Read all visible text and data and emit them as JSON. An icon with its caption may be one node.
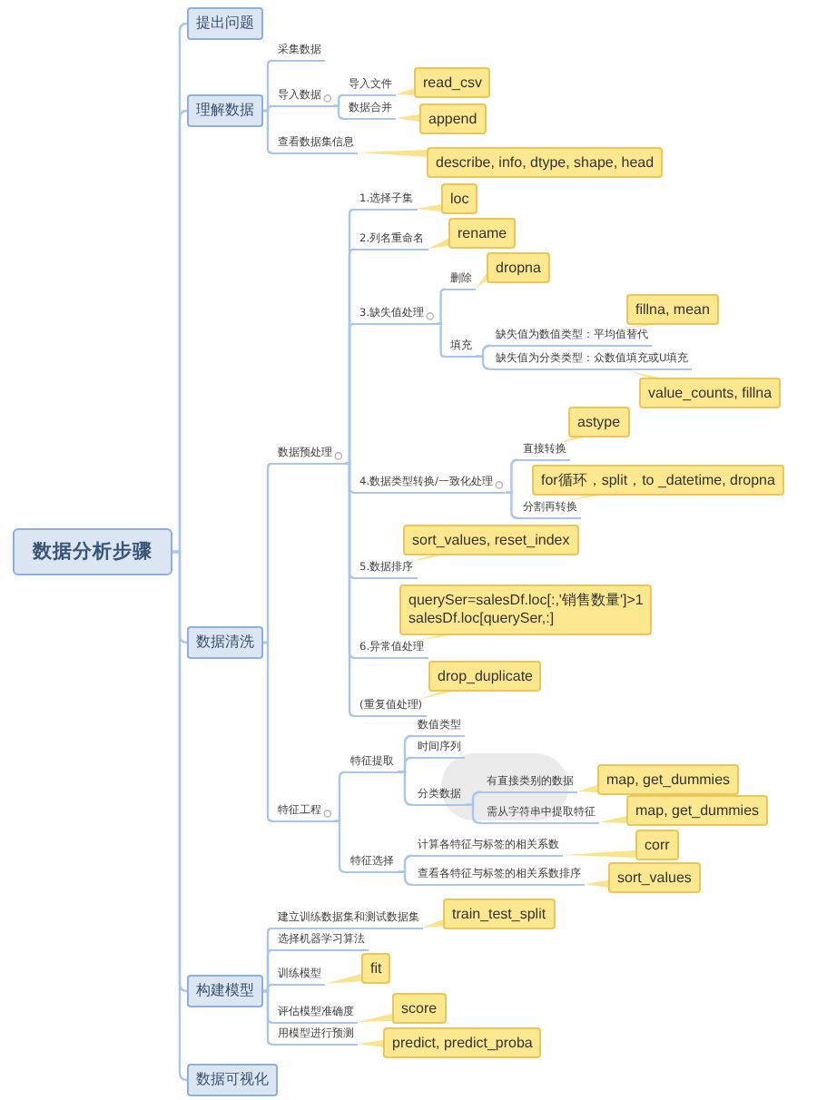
{
  "diagram": {
    "nodes": [
      {
        "text": [
          "数据分析步骤"
        ]
      },
      {
        "text": [
          "提出问题"
        ]
      },
      {
        "text": [
          "理解数据"
        ]
      },
      {
        "text": [
          "采集数据"
        ]
      },
      {
        "text": [
          "导入数据"
        ]
      },
      {
        "text": [
          "导入文件"
        ]
      },
      {
        "text": [
          "read_csv"
        ]
      },
      {
        "text": [
          "数据合并"
        ]
      },
      {
        "text": [
          "append"
        ]
      },
      {
        "text": [
          "查看数据集信息"
        ]
      },
      {
        "text": [
          "describe, info, dtype, shape, head"
        ]
      },
      {
        "text": [
          "数据清洗"
        ]
      },
      {
        "text": [
          "数据预处理"
        ]
      },
      {
        "text": [
          "1.选择子集"
        ]
      },
      {
        "text": [
          "loc"
        ]
      },
      {
        "text": [
          "2.列名重命名"
        ]
      },
      {
        "text": [
          "rename"
        ]
      },
      {
        "text": [
          "3.缺失值处理"
        ]
      },
      {
        "text": [
          "删除"
        ]
      },
      {
        "text": [
          "dropna"
        ]
      },
      {
        "text": [
          "填充"
        ]
      },
      {
        "text": [
          "fillna, mean"
        ]
      },
      {
        "text": [
          "缺失值为数值类型：平均值替代"
        ]
      },
      {
        "text": [
          "缺失值为分类类型：众数值填充或U填充"
        ]
      },
      {
        "text": [
          "value_counts, fillna"
        ]
      },
      {
        "text": [
          "4.数据类型转换/一致化处理"
        ]
      },
      {
        "text": [
          "astype"
        ]
      },
      {
        "text": [
          "直接转换"
        ]
      },
      {
        "text": [
          "for循环，split，to _datetime, dropna"
        ]
      },
      {
        "text": [
          "分割再转换"
        ]
      },
      {
        "text": [
          "sort_values, reset_index"
        ]
      },
      {
        "text": [
          "5.数据排序"
        ]
      },
      {
        "text": [
          "querySer=salesDf.loc[:,'销售数量']>1 salesDf.loc[querySer,:]"
        ]
      },
      {
        "text": [
          "6.异常值处理"
        ]
      },
      {
        "text": [
          "drop_duplicate"
        ]
      },
      {
        "text": [
          "(重复值处理)"
        ]
      },
      {
        "text": [
          "特征工程"
        ]
      },
      {
        "text": [
          "特征提取"
        ]
      },
      {
        "text": [
          "数值类型"
        ]
      },
      {
        "text": [
          "时间序列"
        ]
      },
      {
        "text": [
          "分类数据"
        ]
      },
      {
        "text": [
          "有直接类别的数据"
        ]
      },
      {
        "text": [
          "map, get_dummies"
        ]
      },
      {
        "text": [
          "需从字符串中提取特征"
        ]
      },
      {
        "text": [
          "map, get_dummies"
        ]
      },
      {
        "text": [
          "特征选择"
        ]
      },
      {
        "text": [
          "计算各特征与标签的相关系数"
        ]
      },
      {
        "text": [
          "corr"
        ]
      },
      {
        "text": [
          "查看各特征与标签的相关系数排序"
        ]
      },
      {
        "text": [
          "sort_values"
        ]
      },
      {
        "text": [
          "构建模型"
        ]
      },
      {
        "text": [
          "建立训练数据集和测试数据集"
        ]
      },
      {
        "text": [
          "train_test_split"
        ]
      },
      {
        "text": [
          "选择机器学习算法"
        ]
      },
      {
        "text": [
          "训练模型"
        ]
      },
      {
        "text": [
          "fit"
        ]
      },
      {
        "text": [
          "评估模型准确度"
        ]
      },
      {
        "text": [
          "score"
        ]
      },
      {
        "text": [
          "用模型进行预测"
        ]
      },
      {
        "text": [
          "predict, predict_proba"
        ]
      },
      {
        "text": [
          "数据可视化"
        ]
      }
    ],
    "edges": [
      {
        "from": 0,
        "to": 1,
        "arrow": "none"
      },
      {
        "from": 0,
        "to": 2,
        "arrow": "none"
      },
      {
        "from": 0,
        "to": 11,
        "arrow": "none"
      },
      {
        "from": 0,
        "to": 50,
        "arrow": "none"
      },
      {
        "from": 0,
        "to": 60,
        "arrow": "none"
      },
      {
        "from": 2,
        "to": 3,
        "arrow": "none"
      },
      {
        "from": 2,
        "to": 4,
        "arrow": "none"
      },
      {
        "from": 2,
        "to": 9,
        "arrow": "none"
      },
      {
        "from": 4,
        "to": 5,
        "arrow": "none"
      },
      {
        "from": 4,
        "to": 7,
        "arrow": "none"
      },
      {
        "from": 11,
        "to": 12,
        "arrow": "none"
      },
      {
        "from": 11,
        "to": 36,
        "arrow": "none"
      },
      {
        "from": 12,
        "to": 13,
        "arrow": "none"
      },
      {
        "from": 12,
        "to": 15,
        "arrow": "none"
      },
      {
        "from": 12,
        "to": 17,
        "arrow": "none"
      },
      {
        "from": 12,
        "to": 25,
        "arrow": "none"
      },
      {
        "from": 12,
        "to": 31,
        "arrow": "none"
      },
      {
        "from": 12,
        "to": 33,
        "arrow": "none"
      },
      {
        "from": 12,
        "to": 35,
        "arrow": "none"
      },
      {
        "from": 17,
        "to": 18,
        "arrow": "none"
      },
      {
        "from": 17,
        "to": 20,
        "arrow": "none"
      },
      {
        "from": 20,
        "to": 22,
        "arrow": "none"
      },
      {
        "from": 20,
        "to": 23,
        "arrow": "none"
      },
      {
        "from": 25,
        "to": 27,
        "arrow": "none"
      },
      {
        "from": 25,
        "to": 29,
        "arrow": "none"
      },
      {
        "from": 36,
        "to": 37,
        "arrow": "none"
      },
      {
        "from": 36,
        "to": 45,
        "arrow": "none"
      },
      {
        "from": 37,
        "to": 38,
        "arrow": "none"
      },
      {
        "from": 37,
        "to": 39,
        "arrow": "none"
      },
      {
        "from": 37,
        "to": 40,
        "arrow": "none"
      },
      {
        "from": 40,
        "to": 41,
        "arrow": "none"
      },
      {
        "from": 40,
        "to": 43,
        "arrow": "none"
      },
      {
        "from": 45,
        "to": 46,
        "arrow": "none"
      },
      {
        "from": 45,
        "to": 48,
        "arrow": "none"
      },
      {
        "from": 50,
        "to": 51,
        "arrow": "none"
      },
      {
        "from": 50,
        "to": 53,
        "arrow": "none"
      },
      {
        "from": 50,
        "to": 54,
        "arrow": "none"
      },
      {
        "from": 50,
        "to": 56,
        "arrow": "none"
      },
      {
        "from": 50,
        "to": 58,
        "arrow": "none"
      },
      {
        "from": 5,
        "to": 6,
        "arrow": "none",
        "color": "#fbe38c"
      },
      {
        "from": 7,
        "to": 8,
        "arrow": "none",
        "color": "#fbe38c"
      },
      {
        "from": 9,
        "to": 10,
        "arrow": "none",
        "color": "#fbe38c"
      },
      {
        "from": 13,
        "to": 14,
        "arrow": "none",
        "color": "#fbe38c"
      },
      {
        "from": 15,
        "to": 16,
        "arrow": "none",
        "color": "#fbe38c"
      },
      {
        "from": 18,
        "to": 19,
        "arrow": "none",
        "color": "#fbe38c"
      },
      {
        "from": 22,
        "to": 21,
        "arrow": "none",
        "color": "#fbe38c"
      },
      {
        "from": 23,
        "to": 24,
        "arrow": "none",
        "color": "#fbe38c"
      },
      {
        "from": 27,
        "to": 26,
        "arrow": "none",
        "color": "#fbe38c"
      },
      {
        "from": 29,
        "to": 28,
        "arrow": "none",
        "color": "#fbe38c"
      },
      {
        "from": 31,
        "to": 30,
        "arrow": "none",
        "color": "#fbe38c"
      },
      {
        "from": 33,
        "to": 32,
        "arrow": "none",
        "color": "#fbe38c"
      },
      {
        "from": 35,
        "to": 34,
        "arrow": "none",
        "color": "#fbe38c"
      },
      {
        "from": 41,
        "to": 42,
        "arrow": "none",
        "color": "#fbe38c"
      },
      {
        "from": 43,
        "to": 44,
        "arrow": "none",
        "color": "#fbe38c"
      },
      {
        "from": 46,
        "to": 47,
        "arrow": "none",
        "color": "#fbe38c"
      },
      {
        "from": 48,
        "to": 49,
        "arrow": "none",
        "color": "#fbe38c"
      },
      {
        "from": 51,
        "to": 52,
        "arrow": "none",
        "color": "#fbe38c"
      },
      {
        "from": 54,
        "to": 55,
        "arrow": "none",
        "color": "#fbe38c"
      },
      {
        "from": 56,
        "to": 57,
        "arrow": "none",
        "color": "#fbe38c"
      },
      {
        "from": 58,
        "to": 59,
        "arrow": "none",
        "color": "#fbe38c"
      }
    ]
  }
}
